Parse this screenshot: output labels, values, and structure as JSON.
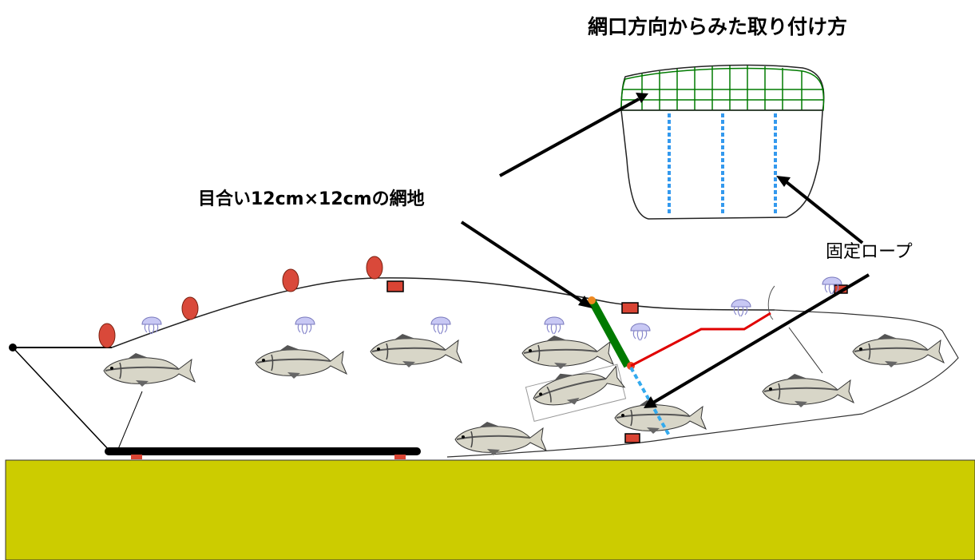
{
  "labels": {
    "inset_title": "網口方向からみた取り付け方",
    "mesh_label": "目合い12cm×12cmの網地",
    "rope_label": "固定ロープ"
  },
  "colors": {
    "seabed": "#cccc00",
    "float": "#d9493a",
    "sinker": "#d94434",
    "mesh_panel": "#007a00",
    "rope_dotted": "#3399ee",
    "red_line": "#e00000",
    "line": "#333333"
  },
  "icons": [
    "fish-icon",
    "jellyfish-icon",
    "float-icon",
    "sinker-icon"
  ]
}
